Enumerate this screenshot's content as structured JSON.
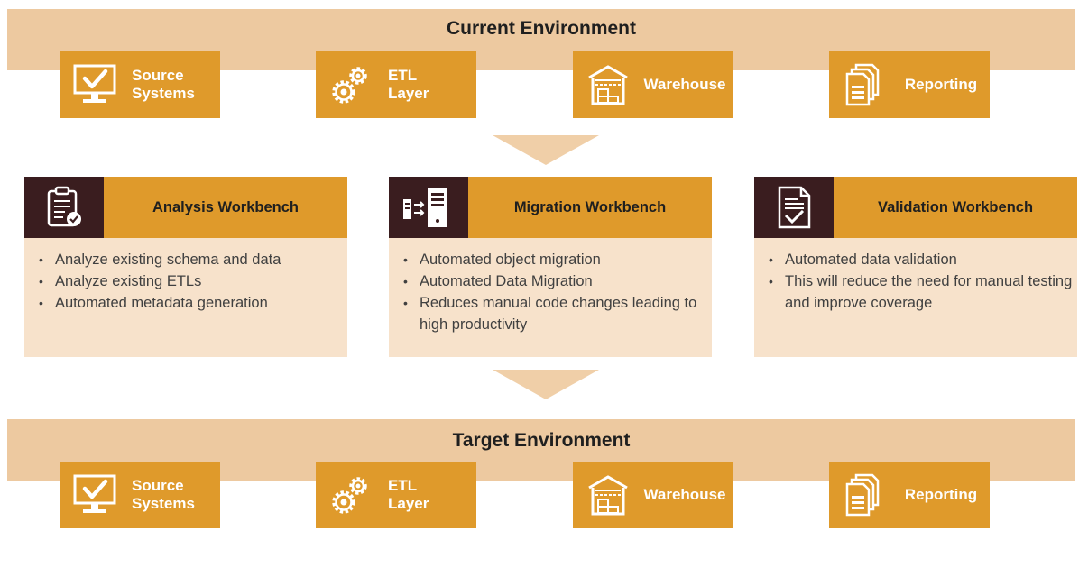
{
  "current_env": {
    "title": "Current Environment",
    "tiles": [
      {
        "label": "Source Systems",
        "line1": "Source",
        "line2": "Systems",
        "icon": "monitor-check-icon"
      },
      {
        "label": "ETL Layer",
        "line1": "ETL",
        "line2": "Layer",
        "icon": "gears-icon"
      },
      {
        "label": "Warehouse",
        "icon": "warehouse-icon"
      },
      {
        "label": "Reporting",
        "icon": "documents-icon"
      }
    ]
  },
  "workbenches": [
    {
      "title": "Analysis Workbench",
      "icon": "clipboard-check-icon",
      "bullets": [
        "Analyze existing schema and data",
        "Analyze existing ETLs",
        "Automated metadata generation"
      ]
    },
    {
      "title": "Migration Workbench",
      "icon": "server-transfer-icon",
      "bullets": [
        "Automated object migration",
        "Automated Data Migration",
        "Reduces manual code changes leading to high productivity"
      ]
    },
    {
      "title": "Validation Workbench",
      "icon": "document-check-icon",
      "bullets": [
        "Automated data validation",
        "This will reduce the need for manual testing and improve coverage"
      ]
    }
  ],
  "target_env": {
    "title": "Target Environment",
    "tiles": [
      {
        "label": "Source Systems",
        "line1": "Source",
        "line2": "Systems",
        "icon": "monitor-check-icon"
      },
      {
        "label": "ETL Layer",
        "line1": "ETL",
        "line2": "Layer",
        "icon": "gears-icon"
      },
      {
        "label": "Warehouse",
        "icon": "warehouse-icon"
      },
      {
        "label": "Reporting",
        "icon": "documents-icon"
      }
    ]
  },
  "colors": {
    "band": "#edc9a0",
    "tile": "#df9a2b",
    "workbench_body": "#f7e2cb",
    "icon_box": "#3a1d1f",
    "arrow": "#f0cfa8"
  }
}
